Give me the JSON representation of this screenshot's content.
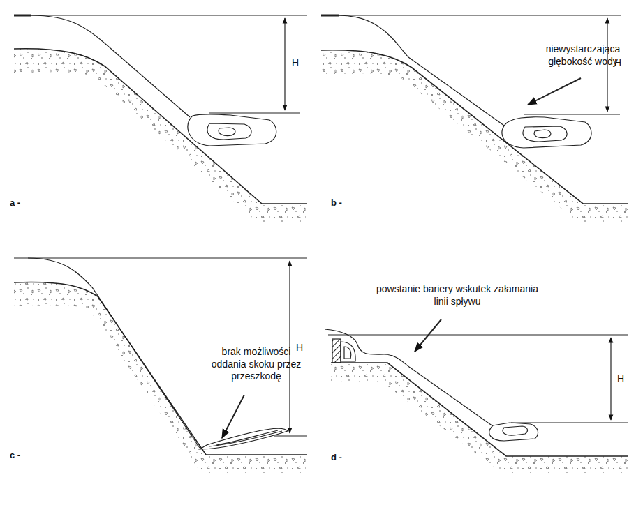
{
  "diagram": {
    "labels": [
      "H",
      "a -",
      "niewystarczająca głębokość wody",
      "H",
      "b -",
      "brak możliwości oddania skoku przez przeszkodę",
      "H",
      "c -",
      "powstanie bariery wskutek załamania linii spływu",
      "H",
      "d -"
    ]
  }
}
